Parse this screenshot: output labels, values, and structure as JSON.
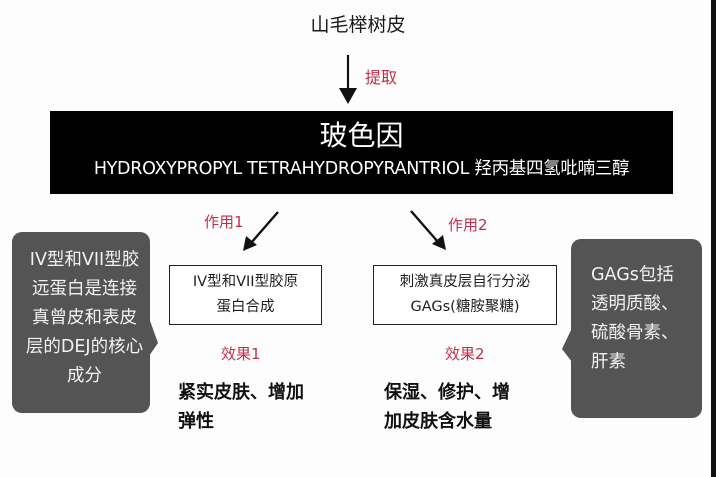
{
  "source": {
    "label": "山毛榉树皮"
  },
  "extraction": {
    "label": "提取"
  },
  "ingredient": {
    "name_cn": "玻色因",
    "name_full": "HYDROXYPROPYL TETRAHYDROPYRANTRIOL 羟丙基四氢吡喃三醇"
  },
  "functions": [
    {
      "label": "作用1",
      "box_lines": [
        "IV型和VII型胶原",
        "蛋白合成"
      ],
      "effect_label": "效果1",
      "effect_lines": [
        "紧实皮肤、增加",
        "弹性"
      ]
    },
    {
      "label": "作用2",
      "box_lines": [
        "刺激真皮层自行分泌",
        "GAGs(糖胺聚糖)"
      ],
      "effect_label": "效果2",
      "effect_lines": [
        "保湿、修护、增",
        "加皮肤含水量"
      ]
    }
  ],
  "callouts": {
    "left": {
      "lines": [
        "IV型和VII型胶",
        "远蛋白是连接",
        "真曾皮和表皮",
        "层的DEJ的核心",
        "成分"
      ]
    },
    "right": {
      "lines": [
        "GAGs包括",
        "透明质酸、",
        "硫酸骨素、",
        "肝素"
      ]
    }
  },
  "colors": {
    "label_red": "#c0304a",
    "main_box_bg": "#000000",
    "callout_bg": "#545454",
    "arrow": "#111111"
  }
}
